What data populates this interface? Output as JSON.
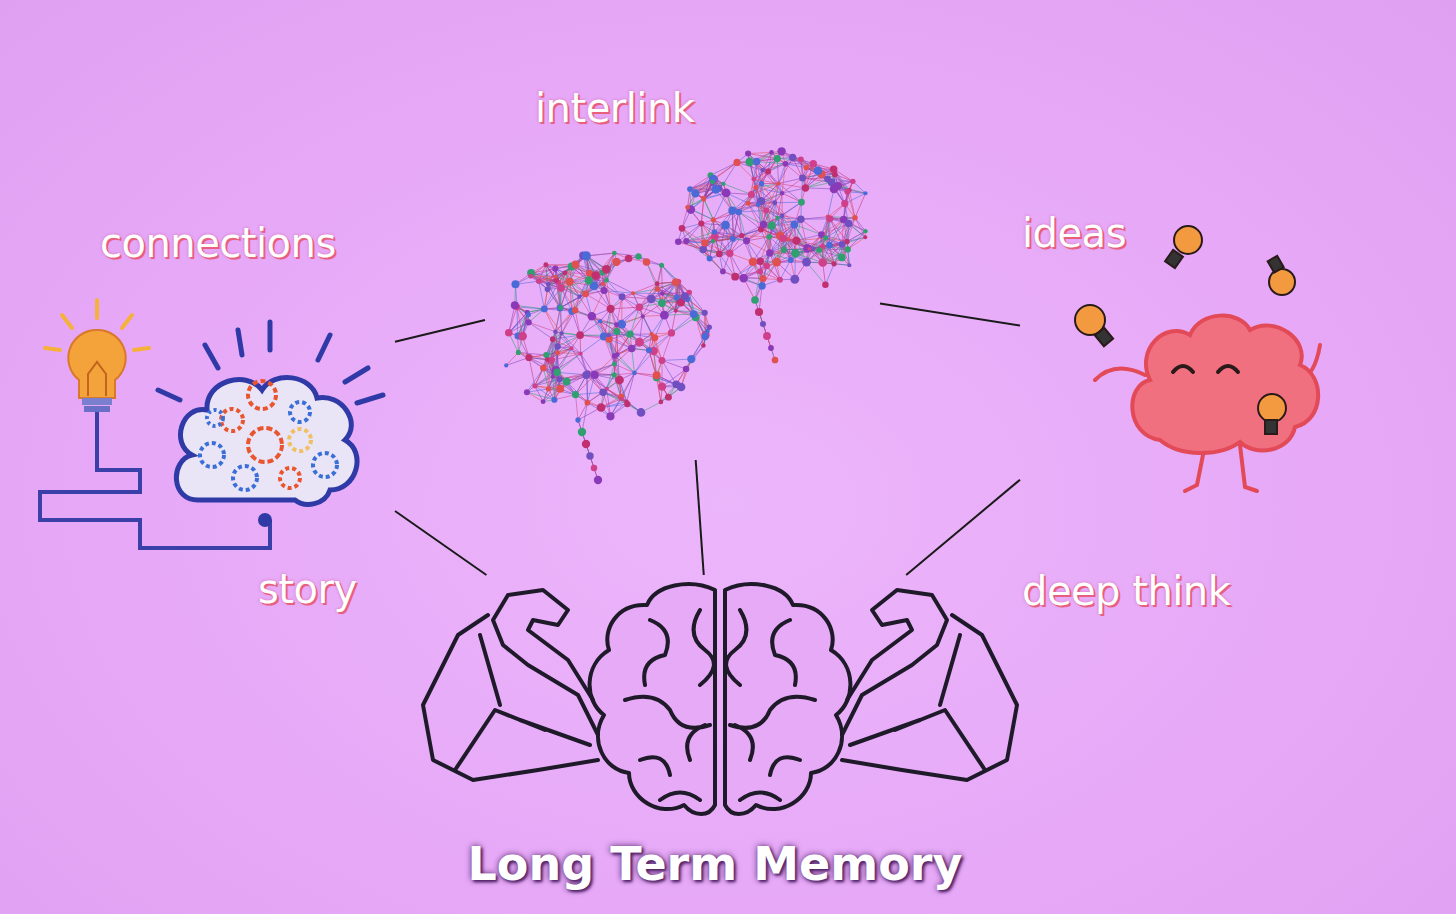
{
  "diagram": {
    "nodes": [
      {
        "text": [
          "connections"
        ]
      },
      {
        "text": [
          "interlink"
        ]
      },
      {
        "text": [
          "ideas"
        ]
      },
      {
        "text": [
          "Long Term Memory"
        ]
      }
    ],
    "edges": [
      {
        "from": 0,
        "to": 1,
        "arrow": "none"
      },
      {
        "from": 0,
        "to": 3,
        "arrow": "none"
      },
      {
        "from": 1,
        "to": 3,
        "arrow": "none"
      },
      {
        "from": 1,
        "to": 2,
        "arrow": "none"
      },
      {
        "from": 2,
        "to": 3,
        "arrow": "none"
      }
    ],
    "labels": [
      "story",
      "deep think"
    ]
  }
}
